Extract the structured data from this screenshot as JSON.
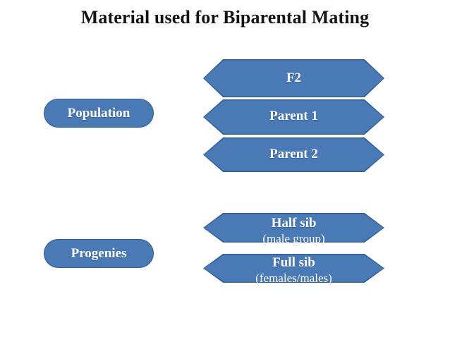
{
  "slide": {
    "title": "Material used for Biparental Mating",
    "background_color": "#ffffff",
    "title_color": "#141414"
  },
  "theme": {
    "shape_fill": "#4a7ab5",
    "shape_border": "#2e5c8e",
    "shape_text_color": "#ffffff"
  },
  "groups": [
    {
      "label": "Population",
      "items": [
        {
          "main": "F2",
          "sub": ""
        },
        {
          "main": "Parent 1",
          "sub": ""
        },
        {
          "main": "Parent 2",
          "sub": ""
        }
      ]
    },
    {
      "label": "Progenies",
      "items": [
        {
          "main": "Half sib",
          "sub": "(male group)"
        },
        {
          "main": "Full sib",
          "sub": "(females/males)"
        }
      ]
    }
  ],
  "labels": {
    "population": "Population",
    "progenies": "Progenies"
  },
  "shapes": {
    "f2": {
      "main": "F2",
      "sub": ""
    },
    "parent1": {
      "main": "Parent 1",
      "sub": ""
    },
    "parent2": {
      "main": "Parent 2",
      "sub": ""
    },
    "halfsib": {
      "main": "Half sib",
      "sub": "(male group)"
    },
    "fullsib": {
      "main": "Full sib",
      "sub": "(females/males)"
    }
  }
}
